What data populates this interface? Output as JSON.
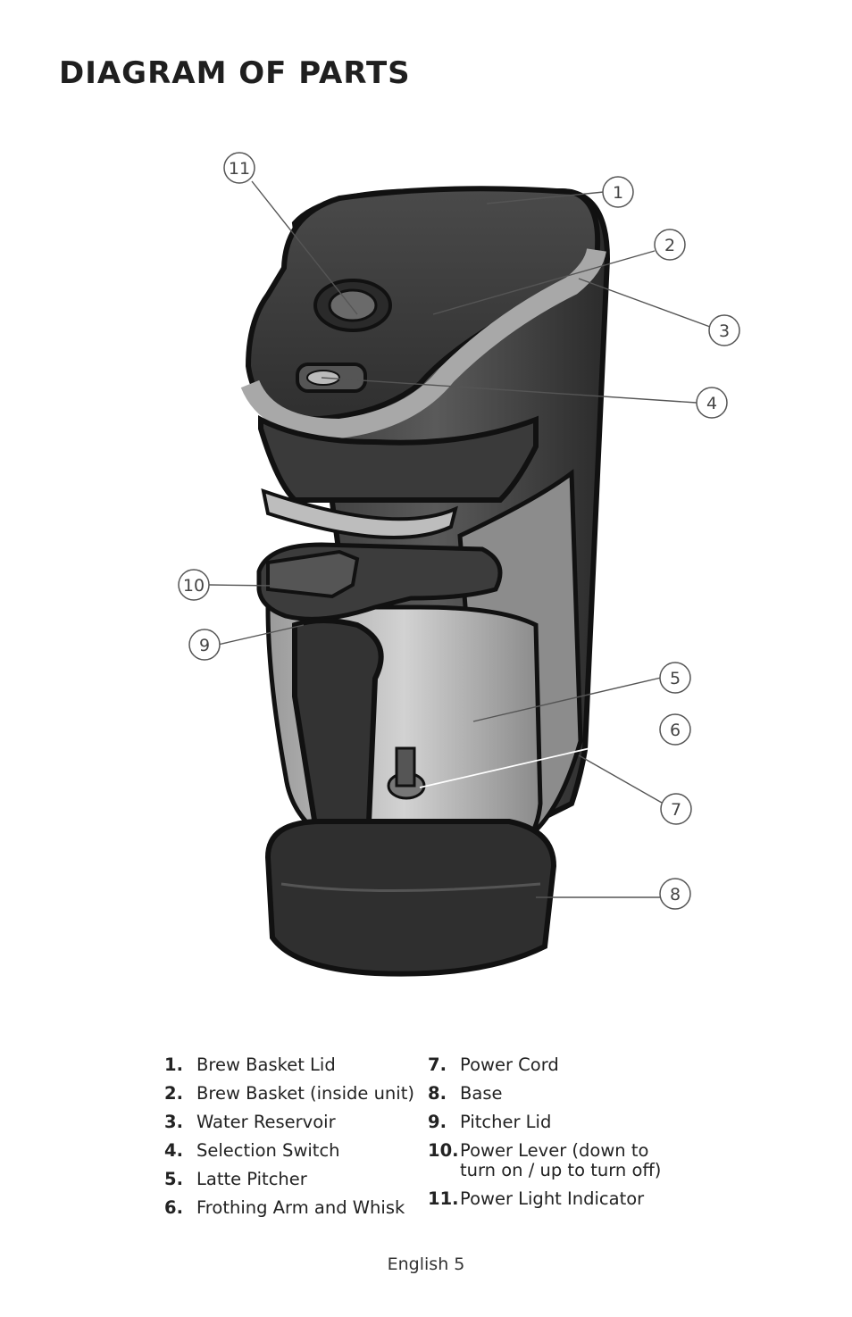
{
  "title": "DIAGRAM OF PARTS",
  "callouts": [
    "1",
    "2",
    "3",
    "4",
    "5",
    "6",
    "7",
    "8",
    "9",
    "10",
    "11"
  ],
  "parts_left": [
    {
      "num": "1.",
      "label": "Brew Basket Lid"
    },
    {
      "num": "2.",
      "label": "Brew Basket (inside unit)"
    },
    {
      "num": "3.",
      "label": "Water Reservoir"
    },
    {
      "num": "4.",
      "label": "Selection Switch"
    },
    {
      "num": "5.",
      "label": "Latte Pitcher"
    },
    {
      "num": "6.",
      "label": "Frothing Arm and Whisk"
    }
  ],
  "parts_right": [
    {
      "num": "7.",
      "label": "Power Cord"
    },
    {
      "num": "8.",
      "label": "Base"
    },
    {
      "num": "9.",
      "label": "Pitcher Lid"
    },
    {
      "num": "10.",
      "label": "Power Lever (down to turn on / up to turn off)"
    },
    {
      "num": "11.",
      "label": "Power Light Indicator"
    }
  ],
  "footer": "English 5"
}
